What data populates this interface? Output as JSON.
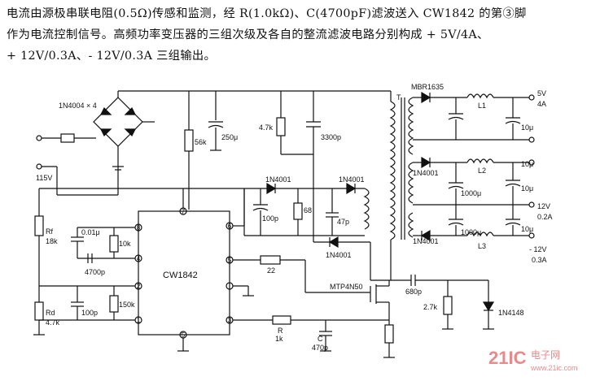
{
  "caption": {
    "line1": "电流由源极串联电阻(0.5Ω)传感和监测，经 R(1.0kΩ)、C(4700pF)滤波送入 CW1842 的第③脚",
    "line2": "作为电流控制信号。高频功率变压器的三组次级及各自的整流滤波电路分别构成 + 5V/4A、",
    "line3": "+ 12V/0.3A、- 12V/0.3A 三组输出。"
  },
  "labels": {
    "bridge": "1N4004 × 4",
    "input_voltage": "115V",
    "r56k": "56k",
    "c250": "250μ",
    "r47k": "4.7k",
    "c3300": "3300p",
    "transformer": "T",
    "mbr": "MBR1635",
    "l1": "L1",
    "l2": "L2",
    "l3": "L3",
    "out5v": "5V",
    "out5a": "4A",
    "out12v": "12V",
    "out12a": "0.2A",
    "outn12v": "- 12V",
    "outn12a": "0.3A",
    "c10u_a": "10μ",
    "c10u_b": "10μ",
    "c10u_c": "10μ",
    "c10u_d": "10μ",
    "c1000_a": "1000μ",
    "c1000_b": "1000μ",
    "d1n4001_a": "1N4001",
    "d1n4001_b": "1N4001",
    "d1n4001_c": "1N4001",
    "d1n4001_d": "1N4001",
    "d1n4001_e": "1N4001",
    "c100p_a": "100p",
    "r68": "68",
    "c47p": "47p",
    "rf": "Rf",
    "rf_val": "18k",
    "c001": "0.01μ",
    "r10k": "10k",
    "c4700": "4700p",
    "rd": "Rd",
    "rd_val": "4.7k",
    "c100p_b": "100p",
    "r150k": "150k",
    "ic": "CW1842",
    "r22": "22",
    "mosfet": "MTP4N50",
    "c680": "680p",
    "r27k": "2.7k",
    "d4148": "1N4148",
    "r_label": "R",
    "r_val": "1k",
    "c_label": "C",
    "c_val": "470p"
  },
  "pins": [
    "8",
    "4",
    "2",
    "1",
    "7",
    "6",
    "5",
    "3",
    "5"
  ],
  "watermark": {
    "brand": "21IC",
    "cn": "电子网",
    "url": "www.21ic.com"
  }
}
